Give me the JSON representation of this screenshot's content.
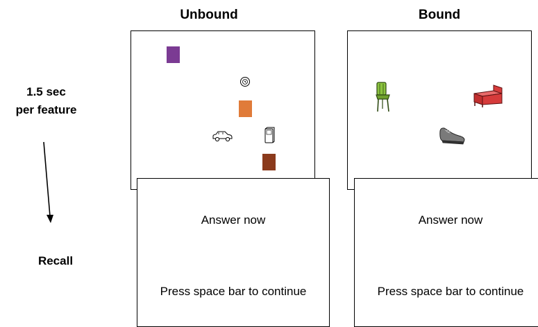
{
  "columns": {
    "unbound_title": "Unbound",
    "bound_title": "Bound"
  },
  "side_labels": {
    "timing_line1": "1.5 sec",
    "timing_line2": "per feature",
    "recall": "Recall"
  },
  "recall_screen": {
    "prompt": "Answer now",
    "instruction": "Press space bar to continue"
  },
  "colors": {
    "purple_square": "#7b3b93",
    "orange_square": "#e07b39",
    "brown_square": "#8b3a1c",
    "chair_green": "#6fa02e",
    "bed_red": "#d63b3b",
    "shoe_gray": "#6e6e6e"
  },
  "icons": {
    "unbound": [
      "purple-square",
      "coin-icon",
      "orange-square",
      "car-icon",
      "phone-icon",
      "brown-square"
    ],
    "bound": [
      "chair-icon",
      "bed-icon",
      "shoe-icon"
    ]
  }
}
